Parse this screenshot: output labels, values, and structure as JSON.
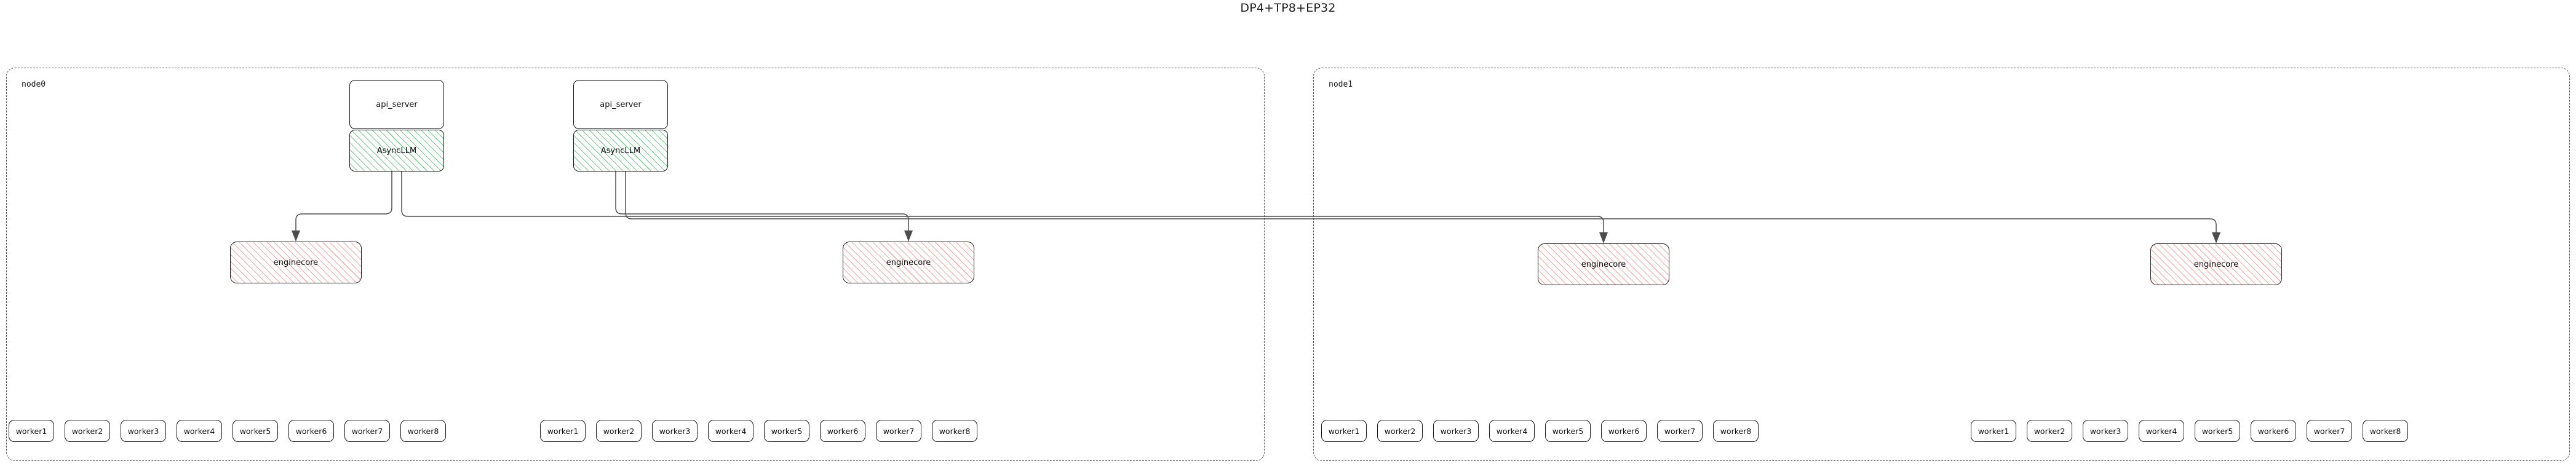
{
  "title": "DP4+TP8+EP32",
  "colors": {
    "asyncllm_hatch": "#6fcf8e",
    "enginecore_hatch": "#f2a9a4",
    "box_border": "#1a1a1a",
    "cluster_border": "#555555",
    "edge": "#4c4c4c",
    "text": "#111111"
  },
  "clusters": [
    {
      "name": "node0",
      "label": "node0",
      "api_servers": [
        {
          "label": "api_server"
        },
        {
          "label": "api_server"
        }
      ],
      "async_llms": [
        {
          "label": "AsyncLLM"
        },
        {
          "label": "AsyncLLM"
        }
      ],
      "enginecores": [
        {
          "label": "enginecore"
        },
        {
          "label": "enginecore"
        }
      ],
      "worker_groups": [
        {
          "workers": [
            "worker1",
            "worker2",
            "worker3",
            "worker4",
            "worker5",
            "worker6",
            "worker7",
            "worker8"
          ]
        },
        {
          "workers": [
            "worker1",
            "worker2",
            "worker3",
            "worker4",
            "worker5",
            "worker6",
            "worker7",
            "worker8"
          ]
        }
      ]
    },
    {
      "name": "node1",
      "label": "node1",
      "api_servers": [],
      "async_llms": [],
      "enginecores": [
        {
          "label": "enginecore"
        },
        {
          "label": "enginecore"
        }
      ],
      "worker_groups": [
        {
          "workers": [
            "worker1",
            "worker2",
            "worker3",
            "worker4",
            "worker5",
            "worker6",
            "worker7",
            "worker8"
          ]
        },
        {
          "workers": [
            "worker1",
            "worker2",
            "worker3",
            "worker4",
            "worker5",
            "worker6",
            "worker7",
            "worker8"
          ]
        }
      ]
    }
  ]
}
